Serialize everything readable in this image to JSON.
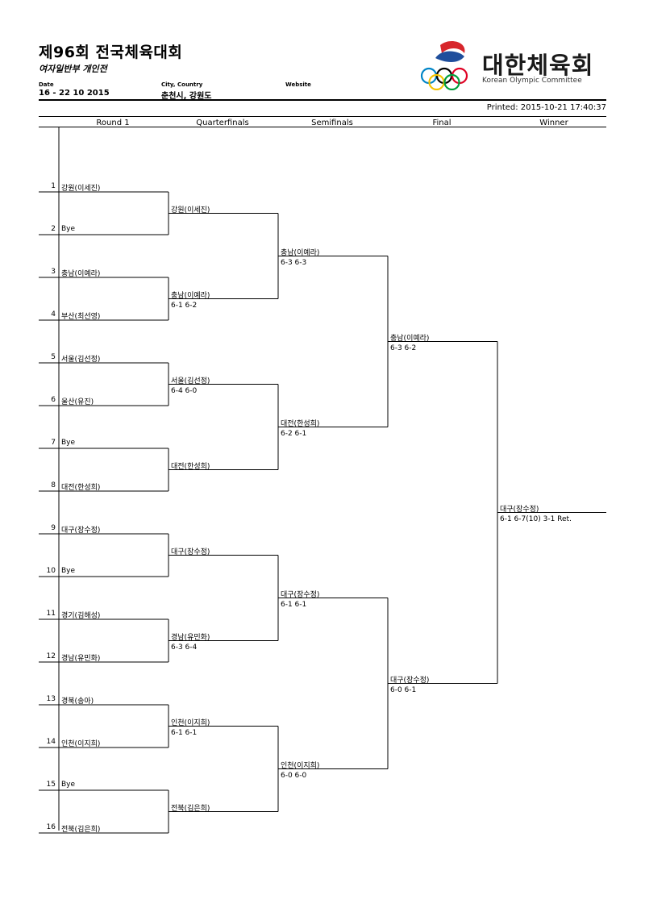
{
  "header": {
    "title": "제96회 전국체육대회",
    "subtitle": "여자일반부 개인전",
    "date_label": "Date",
    "date_value": "16 - 22 10 2015",
    "city_label": "City, Country",
    "city_value": "춘천시, 강원도",
    "website_label": "Website",
    "printed": "Printed: 2015-10-21 17:40:37"
  },
  "logo": {
    "text": "대한체육회",
    "sub": "Korean Olympic Committee",
    "colors": {
      "taegeuk_red": "#d7262c",
      "taegeuk_blue": "#1f4e9c",
      "ring_blue": "#0085c7",
      "ring_yellow": "#f4c300",
      "ring_black": "#000000",
      "ring_green": "#009f3d",
      "ring_red": "#df0024"
    }
  },
  "rounds": [
    "Round 1",
    "Quarterfinals",
    "Semifinals",
    "Final",
    "Winner"
  ],
  "round1": [
    {
      "seed": "1",
      "name": "강원(이세진)"
    },
    {
      "seed": "2",
      "name": "Bye"
    },
    {
      "seed": "3",
      "name": "충남(이예라)"
    },
    {
      "seed": "4",
      "name": "부산(최선영)"
    },
    {
      "seed": "5",
      "name": "서울(김선정)"
    },
    {
      "seed": "6",
      "name": "울산(유진)"
    },
    {
      "seed": "7",
      "name": "Bye"
    },
    {
      "seed": "8",
      "name": "대전(한성희)"
    },
    {
      "seed": "9",
      "name": "대구(장수정)"
    },
    {
      "seed": "10",
      "name": "Bye"
    },
    {
      "seed": "11",
      "name": "경기(김해성)"
    },
    {
      "seed": "12",
      "name": "경남(유민화)"
    },
    {
      "seed": "13",
      "name": "경북(송아)"
    },
    {
      "seed": "14",
      "name": "인천(이지희)"
    },
    {
      "seed": "15",
      "name": "Bye"
    },
    {
      "seed": "16",
      "name": "전북(김은희)"
    }
  ],
  "quarterfinals": [
    {
      "name": "강원(이세진)",
      "score": ""
    },
    {
      "name": "충남(이예라)",
      "score": "6-1 6-2"
    },
    {
      "name": "서울(김선정)",
      "score": "6-4 6-0"
    },
    {
      "name": "대전(한성희)",
      "score": ""
    },
    {
      "name": "대구(장수정)",
      "score": ""
    },
    {
      "name": "경남(유민화)",
      "score": "6-3 6-4"
    },
    {
      "name": "인천(이지희)",
      "score": "6-1 6-1"
    },
    {
      "name": "전북(김은희)",
      "score": ""
    }
  ],
  "semifinals": [
    {
      "name": "충남(이예라)",
      "score": "6-3 6-3"
    },
    {
      "name": "대전(한성희)",
      "score": "6-2 6-1"
    },
    {
      "name": "대구(장수정)",
      "score": "6-1 6-1"
    },
    {
      "name": "인천(이지희)",
      "score": "6-0 6-0"
    }
  ],
  "final": [
    {
      "name": "충남(이예라)",
      "score": "6-3 6-2"
    },
    {
      "name": "대구(장수정)",
      "score": "6-0 6-1"
    }
  ],
  "winner": {
    "name": "대구(장수정)",
    "score": "6-1 6-7(10) 3-1 Ret."
  }
}
